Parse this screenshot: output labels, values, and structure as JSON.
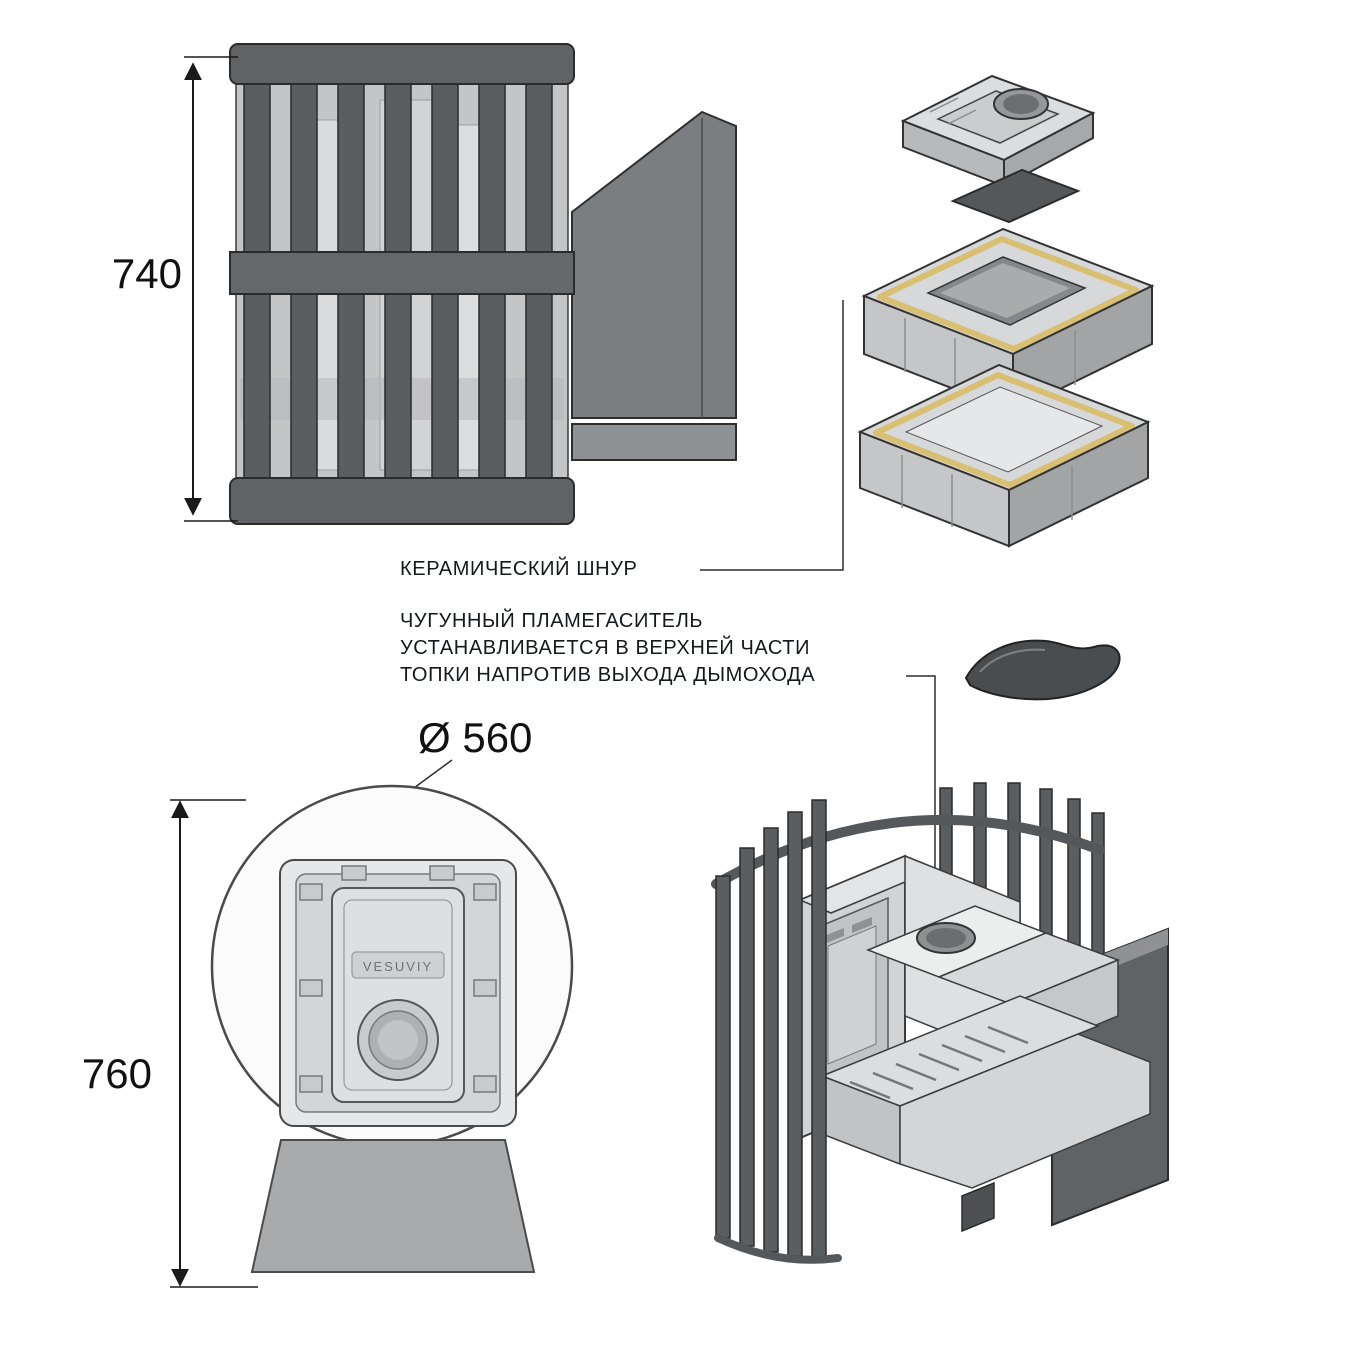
{
  "diagram": {
    "labels": {
      "dim_height_side": "740",
      "dim_height_front": "760",
      "dim_diameter": "Ø 560",
      "ceramic_cord": "КЕРАМИЧЕСКИЙ ШНУР",
      "flame_note_line1": "ЧУГУННЫЙ ПЛАМЕГАСИТЕЛЬ",
      "flame_note_line2": "УСТАНАВЛИВАЕТСЯ В ВЕРХНЕЙ ЧАСТИ",
      "flame_note_line3": "ТОПКИ НАПРОТИВ ВЫХОДА ДЫМОХОДА",
      "brand": "VESUVIY"
    },
    "colors": {
      "slat_dark": "#5b5e61",
      "metal_light": "#d7d8d9",
      "ceramic_cord_yellow": "#d9bf72",
      "flame_arrester_dark": "#4a4d50",
      "line": "#1a1a1a"
    }
  }
}
